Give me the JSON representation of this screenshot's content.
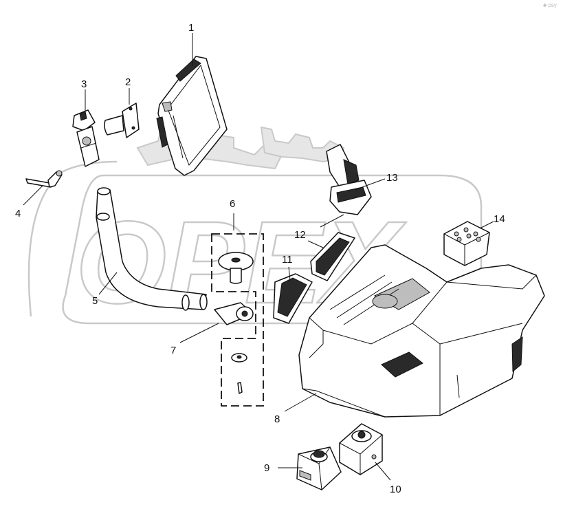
{
  "watermark": {
    "text": "OPEX"
  },
  "corner_mark": "♣ psу",
  "callouts": [
    {
      "id": "1",
      "label": "1"
    },
    {
      "id": "2",
      "label": "2"
    },
    {
      "id": "3",
      "label": "3"
    },
    {
      "id": "4",
      "label": "4"
    },
    {
      "id": "5",
      "label": "5"
    },
    {
      "id": "6",
      "label": "6"
    },
    {
      "id": "7",
      "label": "7"
    },
    {
      "id": "8",
      "label": "8"
    },
    {
      "id": "9",
      "label": "9"
    },
    {
      "id": "10",
      "label": "10"
    },
    {
      "id": "11",
      "label": "11"
    },
    {
      "id": "12",
      "label": "12"
    },
    {
      "id": "13",
      "label": "13"
    },
    {
      "id": "14",
      "label": "14"
    }
  ]
}
